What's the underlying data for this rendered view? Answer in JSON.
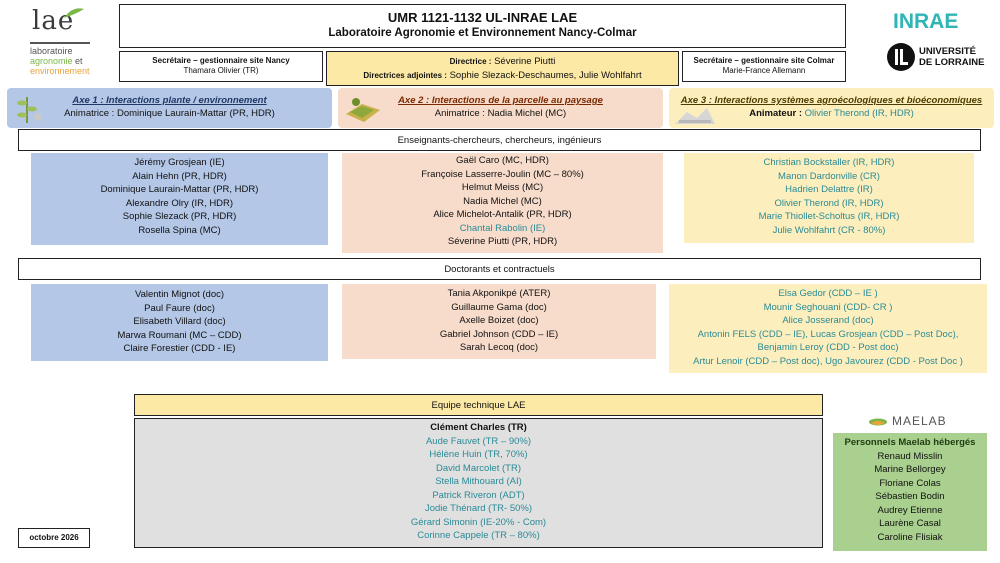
{
  "header": {
    "title": "UMR 1121-1132 UL-INRAE LAE",
    "subtitle": "Laboratoire Agronomie et Environnement Nancy-Colmar"
  },
  "logo_lae": {
    "letters": "lae",
    "line1": "laboratoire",
    "line2_a": "agronomie",
    "line2_b": "et",
    "line3": "environnement"
  },
  "logo_inrae": {
    "text": "INRAE"
  },
  "logo_ul": {
    "line1": "UNIVERSITÉ",
    "line2": "DE LORRAINE"
  },
  "secretary_nancy": {
    "role": "Secrétaire – gestionnaire site Nancy",
    "name": "Thamara Olivier (TR)"
  },
  "direction": {
    "director_label": "Directrice :",
    "director_name": "Séverine Piutti",
    "deputies_label": "Directrices adjointes :",
    "deputies_names": "Sophie Slezack-Deschaumes, Julie Wohlfahrt"
  },
  "secretary_colmar": {
    "role": "Secrétaire – gestionnaire site Colmar",
    "name": "Marie-France Allemann"
  },
  "axes": [
    {
      "title": "Axe 1 : Interactions plante / environnement",
      "animator_label": "Animatrice :",
      "animator_name": "Dominique Laurain-Mattar (PR, HDR)"
    },
    {
      "title": "Axe 2 : Interactions de la parcelle au paysage",
      "animator_label": "Animatrice :",
      "animator_name": "Nadia Michel (MC)"
    },
    {
      "title": "Axe 3 : Interactions systèmes agroécologiques et bioéconomiques",
      "animator_label": "Animateur :",
      "animator_name": "Olivier Therond (IR, HDR)"
    }
  ],
  "section_researchers": "Enseignants-chercheurs, chercheurs, ingénieurs",
  "researchers": {
    "axe1": [
      "Jérémy Grosjean (IE)",
      "Alain Hehn (PR, HDR)",
      "Dominique Laurain-Mattar (PR, HDR)",
      "Alexandre Olry (IR, HDR)",
      "Sophie Slezack (PR, HDR)",
      "Rosella Spina (MC)"
    ],
    "axe2": [
      "Gaël Caro (MC, HDR)",
      "Françoise Lasserre-Joulin (MC – 80%)",
      "Helmut Meiss (MC)",
      "Nadia Michel (MC)",
      "Alice Michelot-Antalik (PR, HDR)",
      "Chantal Rabolin (IE)",
      "Séverine Piutti (PR, HDR)"
    ],
    "axe3": [
      "Christian Bockstaller (IR, HDR)",
      "Manon Dardonville (CR)",
      "Hadrien Delattre (IR)",
      "Olivier Therond (IR, HDR)",
      "Marie Thiollet-Scholtus (IR, HDR)",
      "Julie Wohlfahrt (CR - 80%)"
    ]
  },
  "section_doctoral": "Doctorants et contractuels",
  "doctoral": {
    "axe1": [
      "Valentin Mignot (doc)",
      "Paul Faure (doc)",
      "Elisabeth Villard (doc)",
      "Marwa Roumani (MC – CDD)",
      "Claire Forestier (CDD - IE)"
    ],
    "axe2": [
      "Tania Akponikpé (ATER)",
      "Guillaume Gama (doc)",
      "Axelle Boizet (doc)",
      "Gabriel Johnson (CDD – IE)",
      "Sarah Lecoq (doc)"
    ],
    "axe3": [
      "Elsa Gedor (CDD – IE )",
      "Mounir Seghouani (CDD- CR )",
      "Alice Josserand (doc)",
      "Antonin FELS (CDD – IE), Lucas Grosjean (CDD – Post Doc),",
      "Benjamin Leroy (CDD  - Post doc)",
      "Artur Lenoir (CDD – Post doc), Ugo Javourez (CDD - Post Doc )"
    ]
  },
  "tech_team": {
    "title": "Equipe technique LAE",
    "members": [
      "Clément Charles (TR)",
      "Aude Fauvet (TR – 90%)",
      "Hélène Huin (TR, 70%)",
      "David Marcolet (TR)",
      "Stella Mithouard (AI)",
      "Patrick Riveron (ADT)",
      "Jodie Thénard (TR- 50%)",
      "Gérard Simonin (IE-20% - Com)",
      "Corinne Cappele (TR – 80%)"
    ]
  },
  "maelab": {
    "logo_text": "MAELAB",
    "title": "Personnels Maelab hébergés",
    "members": [
      "Renaud Misslin",
      "Marine Bellorgey",
      "Floriane  Colas",
      "Sébastien Bodin",
      "Audrey Etienne",
      "Laurène Casal",
      "Caroline Flisiak"
    ]
  },
  "date_label": "octobre 2026",
  "colors": {
    "axe1_bg": "#b4c7e7",
    "axe2_bg": "#f8dccb",
    "axe3_bg": "#fdefbd",
    "direction_bg": "#fde9a6",
    "tech_header_bg": "#fde9a6",
    "tech_body_bg": "#e0e0e0",
    "maelab_bg": "#a9d08e",
    "teal_text": "#2a8a96",
    "inrae_teal": "#2fb5b5",
    "lae_green": "#7ab648",
    "lae_orange": "#e8a33a"
  }
}
